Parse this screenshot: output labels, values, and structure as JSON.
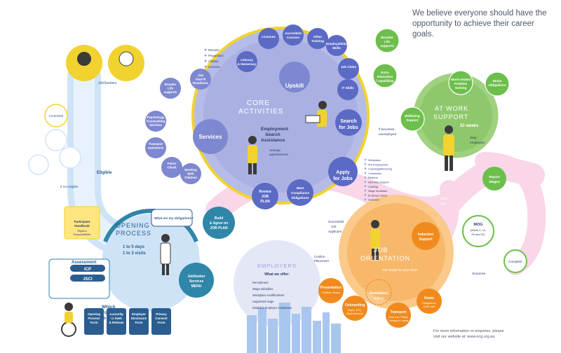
{
  "tagline": "We believe everyone should have the opportunity to achieve their career goals.",
  "footer": {
    "line1": "For more information or enquiries, please",
    "line2": "visit our website at: www.ecg.org.au"
  },
  "core": {
    "title1": "CORE",
    "title2": "ACTIVITIES",
    "esa_line1": "Employment",
    "esa_line2": "Search",
    "esa_line3": "Assistance",
    "upskill": "Upskill",
    "services": "Services",
    "search_jobs1": "Search",
    "search_jobs2": "for Jobs",
    "apply_jobs1": "Apply",
    "apply_jobs2": "for Jobs",
    "arrange_line1": "Arrange",
    "arrange_line2": "appointments"
  },
  "upskill_items": [
    {
      "l1": "Literacy",
      "l2": "& Numeracy"
    },
    {
      "l1": "Licences",
      "l2": ""
    },
    {
      "l1": "Accredited",
      "l2": "Courses"
    },
    {
      "l1": "Other",
      "l2": "Training"
    },
    {
      "l1": "Employability",
      "l2": "Skills"
    },
    {
      "l1": "Job Clubs",
      "l2": ""
    },
    {
      "l1": "IT Skills",
      "l2": ""
    }
  ],
  "services_items": [
    {
      "l1": "Broader",
      "l2": "Life",
      "l3": "supports"
    },
    {
      "l1": "Job",
      "l2": "Search",
      "l3": "Readiness"
    },
    {
      "l1": "Psychology",
      "l2": "/Counselling",
      "l3": "Services"
    },
    {
      "l1": "Transport",
      "l2": "assistance",
      "l3": ""
    },
    {
      "l1": "Police",
      "l2": "Check",
      "l3": ""
    },
    {
      "l1": "Working",
      "l2": "With",
      "l3": "Children"
    }
  ],
  "job_search_list": [
    "Resume",
    "Preparation",
    "Clothes",
    "Licences"
  ],
  "apply_list": [
    "Workplace",
    "Pre-Employment",
    "Coaching/Mentoring",
    "Connection",
    "Referral",
    "Interview Support",
    "Clothing",
    "Wage Subsidies",
    "Employer Direct",
    "Outreach"
  ],
  "opening": {
    "title1": "OPENING",
    "title2": "PROCESS",
    "days": "1 to 5 days",
    "visits": "1 to 3 visits",
    "obligations": "What are my obligations?",
    "menu1": "JobSeeker",
    "menu2": "Services",
    "menu3": "MENU",
    "plan1": "Build",
    "plan2": "& Agree on",
    "plan3": "JOB PLAN",
    "review1": "Review",
    "review2": "JOB",
    "review3": "PLAN",
    "meet1": "Meet",
    "meet2": "Compliance",
    "meet3": "Obligations"
  },
  "assessment": {
    "title": "Assessment",
    "icp": "ICP",
    "jsci": "JSCI",
    "forms1": "Which",
    "forms2": "Forms",
    "forms3": "to fill?"
  },
  "forms": [
    {
      "l1": "Opening",
      "l2": "Process",
      "l3": "Form"
    },
    {
      "l1": "Authority",
      "l2": "to Seek",
      "l3": "& Release"
    },
    {
      "l1": "Employer",
      "l2": "Disclosure",
      "l3": "Form"
    },
    {
      "l1": "Privacy",
      "l2": "Consent",
      "l3": "Form"
    }
  ],
  "left_col": {
    "jobseekers": "JobSeekers",
    "centrelink": "Centrelink",
    "eligible": "Eligible",
    "not_eligible": "if not eligible",
    "participant_title1": "Participant",
    "participant_title2": "Handbook",
    "participant_sub1": "Rights &",
    "participant_sub2": "Responsibilities"
  },
  "job_orientation": {
    "title1": "JOB",
    "title2": "ORIENTATION",
    "induction1": "Induction",
    "induction2": "Support",
    "assistance1": "Assistance",
    "assistance2": "options",
    "get_ready": "Get ready for your Start",
    "successful1": "Successful",
    "successful2": "Job",
    "successful3": "Applicant",
    "confirm1": "Confirm",
    "confirm2": "Placement"
  },
  "orientation_items": [
    {
      "l1": "Presentation",
      "l2": "Clothes, Shoes",
      "l3": ""
    },
    {
      "l1": "Onboarding",
      "l2": "Super, ETC,",
      "l3": "Bank Account"
    },
    {
      "l1": "Transport",
      "l2": "Own car / Public",
      "l3": "Transport / cards"
    },
    {
      "l1": "Home",
      "l2": "Obligations",
      "l3": "Child care"
    }
  ],
  "at_work": {
    "title1": "AT WORK",
    "title2": "SUPPORT",
    "weeks": "52 weeks",
    "stay_employed1": "Stay",
    "stay_employed2": "employed",
    "start_job1": "Start",
    "start_job2": "Job",
    "become_unemployed1": "If becomes",
    "become_unemployed2": "unemployed",
    "report1": "Report",
    "report2": "Wages",
    "mog1": "MOG",
    "mog2": "(Week 4, 12,",
    "mog3": "26 and 52)",
    "complete": "Complete",
    "outcomes": "Outcomes"
  },
  "work_items": [
    {
      "l1": "Broader",
      "l2": "Life",
      "l3": "supports"
    },
    {
      "l1": "Extra",
      "l2": "Education",
      "l3": "/ Upskilling"
    },
    {
      "l1": "Work-related",
      "l2": "Problem",
      "l3": "Solving"
    },
    {
      "l1": "Home",
      "l2": "Obligations",
      "l3": ""
    },
    {
      "l1": "Wellbeing",
      "l2": "Support",
      "l3": ""
    }
  ],
  "employers": {
    "title": "EMPLOYERS",
    "subtitle": "What we offer:",
    "items": [
      "Recruitment",
      "Wage subsidies",
      "Workplace modifications",
      "Supported wage",
      "Disabled Employer Assistance"
    ]
  },
  "colors": {
    "blue_dark": "#2b5d8f",
    "blue_mid": "#5b8fd3",
    "lavender": "#9aa3dc",
    "lavender_light": "#c5cbee",
    "green": "#6dbf4b",
    "green_light": "#b6de9c",
    "orange": "#f5a03a",
    "orange_light": "#fbc98a",
    "pink": "#f5c6e0",
    "yellow": "#f2d22f",
    "teal": "#2f86a9"
  }
}
